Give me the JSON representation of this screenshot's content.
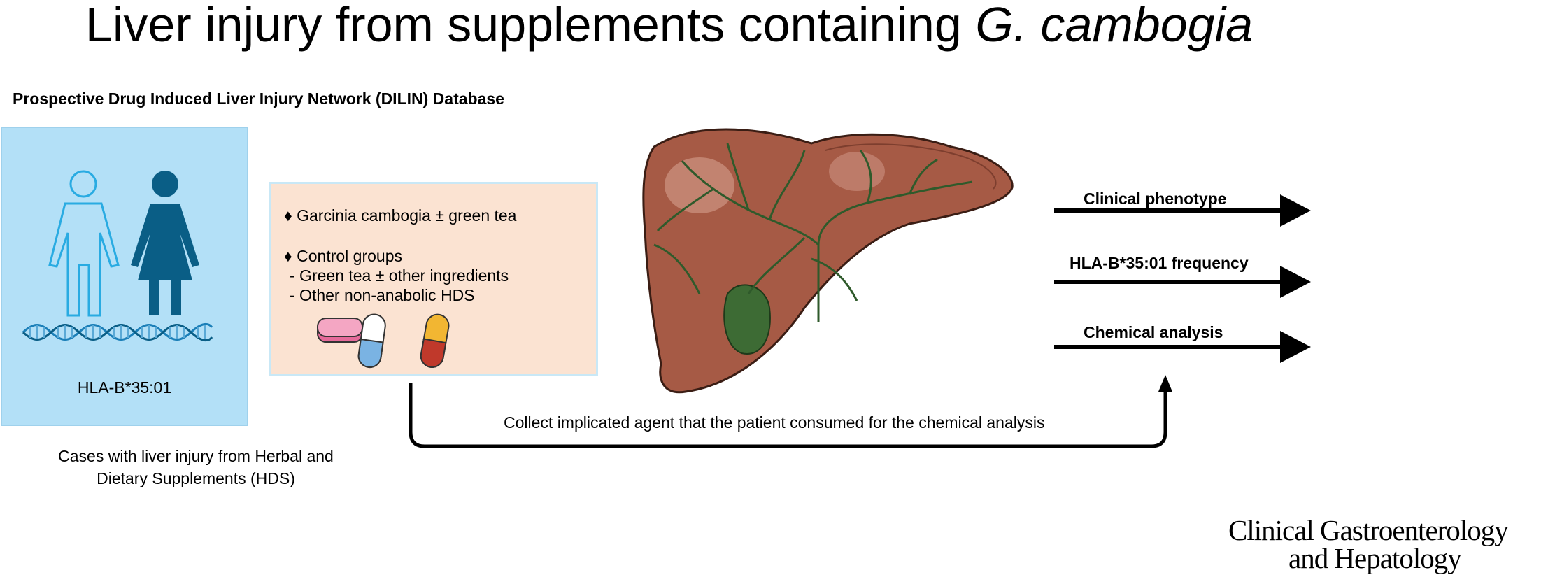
{
  "title": {
    "main": "Liver injury from supplements containing",
    "italic": "G. cambogia"
  },
  "database_title": "Prospective Drug Induced Liver Injury Network (DILIN) Database",
  "population": {
    "hla_label": "HLA-B*35:01"
  },
  "cases_caption": "Cases with liver injury from Herbal and Dietary Supplements (HDS)",
  "supplements": {
    "line1": "♦ Garcinia cambogia ± green tea",
    "line2": "♦ Control groups",
    "line3": "- Green tea ± other ingredients",
    "line4": "- Other non-anabolic HDS"
  },
  "outputs": [
    "Clinical phenotype",
    "HLA-B*35:01 frequency",
    "Chemical analysis"
  ],
  "collect_text": "Collect implicated agent that the patient consumed for the chemical analysis",
  "journal": {
    "line1": "Clinical Gastroenterology",
    "line2": "and Hepatology"
  },
  "colors": {
    "panel_blue": "#b3e0f7",
    "figure_outline": "#29abe2",
    "figure_fill": "#0a5e86",
    "supp_panel": "#fbe3d2",
    "liver": "#a65a45",
    "gallbladder": "#3d6b34"
  }
}
